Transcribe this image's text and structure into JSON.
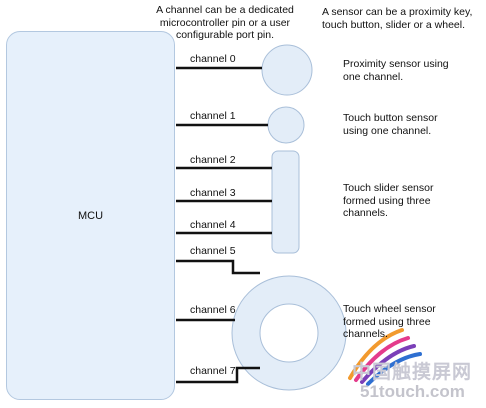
{
  "notes": {
    "channel_note": [
      "A channel can be a dedicated",
      "microcontroller pin or a user",
      "configurable port pin."
    ],
    "sensor_note": [
      "A sensor can be a proximity key,",
      "touch button, slider or a wheel."
    ]
  },
  "mcu_label": "MCU",
  "channels": [
    "channel 0",
    "channel 1",
    "channel 2",
    "channel 3",
    "channel 4",
    "channel 5",
    "channel 6",
    "channel 7"
  ],
  "sensor_descriptions": {
    "proximity": [
      "Proximity sensor using",
      "one channel."
    ],
    "button": [
      "Touch button sensor",
      "using one channel."
    ],
    "slider": [
      "Touch slider sensor",
      "formed using three",
      "channels."
    ],
    "wheel": [
      "Touch wheel sensor",
      "formed using three",
      "channels."
    ]
  },
  "watermark": {
    "cn": "中国触摸屏网",
    "url": "51touch.com"
  },
  "colors": {
    "mcu_fill": "#e6f0fb",
    "sensor_fill": "#e3edf8",
    "sensor_stroke": "#a9bfd9",
    "wire": "#111111"
  }
}
